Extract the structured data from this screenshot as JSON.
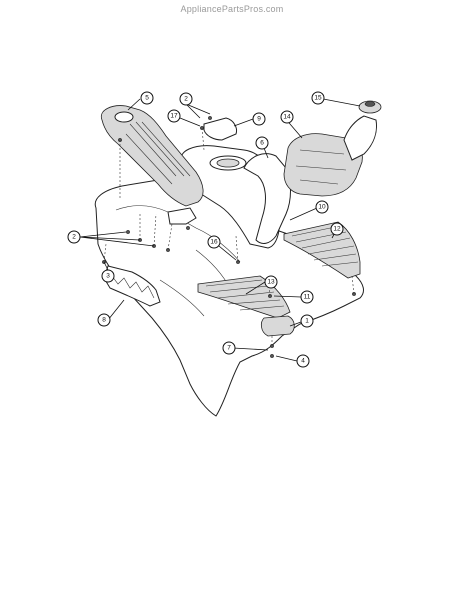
{
  "watermark": "AppliancePartsPros.com",
  "callouts": [
    "1",
    "2",
    "2",
    "3",
    "4",
    "5",
    "6",
    "7",
    "8",
    "9",
    "10",
    "11",
    "12",
    "13",
    "14",
    "15",
    "16",
    "17"
  ],
  "colors": {
    "line": "#222222",
    "watermark": "#9a9a9a",
    "background": "#ffffff"
  }
}
